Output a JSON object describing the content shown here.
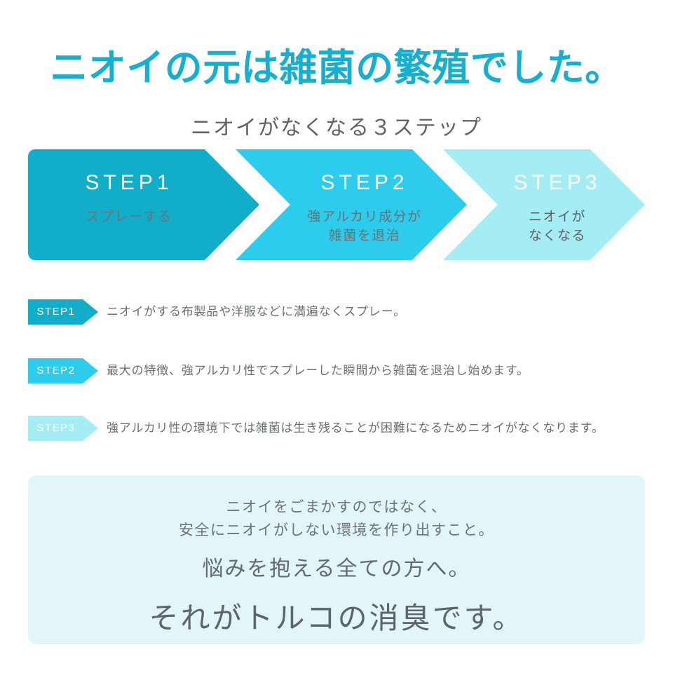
{
  "headline": "ニオイの元は雑菌の繁殖でした。",
  "subhead": "ニオイがなくなる３ステップ",
  "colors": {
    "headline": "#16AFCE",
    "step1": "#12ADC9",
    "step2": "#2ECCEC",
    "step3": "#A5EDF5",
    "panel_background": "#E2F5F7",
    "body_text": "#6A6F73",
    "page_background": "#FFFFFF"
  },
  "steps": [
    {
      "title": "STEP1",
      "sub": "スプレーする",
      "color": "#12ADC9"
    },
    {
      "title": "STEP2",
      "sub": "強アルカリ成分が\n雑菌を退治",
      "color": "#2ECCEC"
    },
    {
      "title": "STEP3",
      "sub": "ニオイが\nなくなる",
      "color": "#A5EDF5"
    }
  ],
  "details": [
    {
      "badge": "STEP1",
      "text": "ニオイがする布製品や洋服などに満遍なくスプレー。"
    },
    {
      "badge": "STEP2",
      "text": "最大の特徴、強アルカリ性でスプレーした瞬間から雑菌を退治し始めます。"
    },
    {
      "badge": "STEP3",
      "text": "強アルカリ性の環境下では雑菌は生き残ることが困難になるためニオイがなくなります。"
    }
  ],
  "panel": {
    "lead": "ニオイをごまかすのではなく、\n安全にニオイがしない環境を作り出すこと。",
    "mid": "悩みを抱える全ての方へ。",
    "main": "それがトルコの消臭です。"
  }
}
